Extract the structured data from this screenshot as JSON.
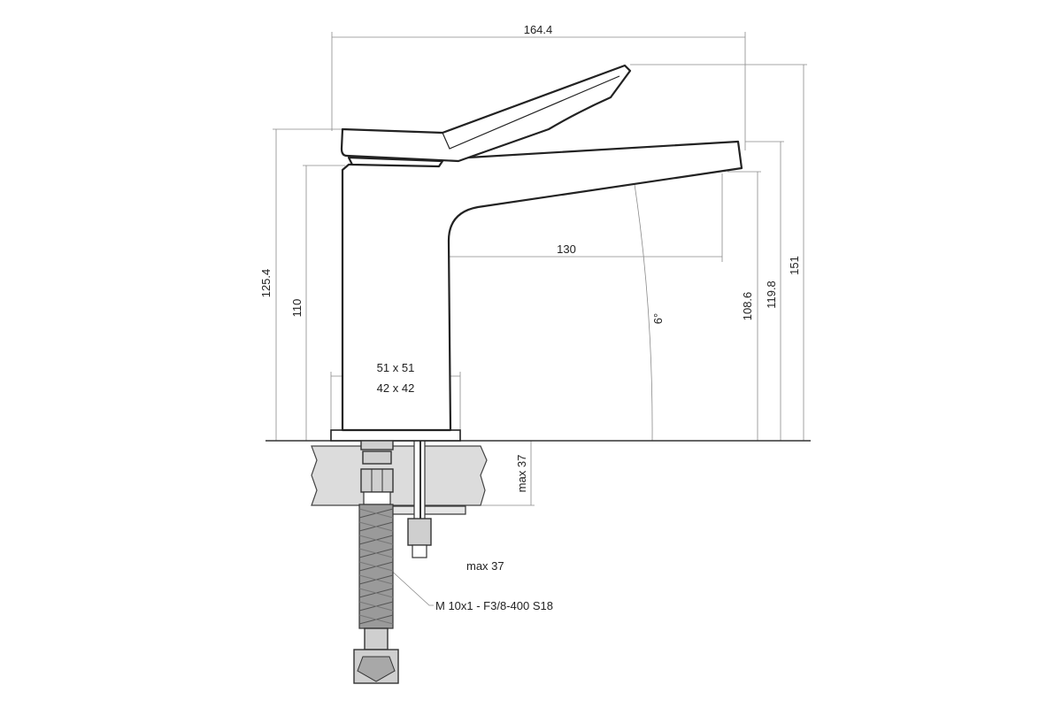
{
  "dimensions": {
    "overall_width": "164.4",
    "spout_reach": "130",
    "base_outer": "51 x 51",
    "base_inner": "42 x 42",
    "lever_top_height": "125.4",
    "body_height": "110",
    "spout_height": "108.6",
    "spout_tip_height": "119.8",
    "total_height": "151",
    "angle": "6°",
    "counter_thickness": "max 37",
    "counter_note": "max 37"
  },
  "hose_spec": "M 10x1 - F3/8-400 S18"
}
